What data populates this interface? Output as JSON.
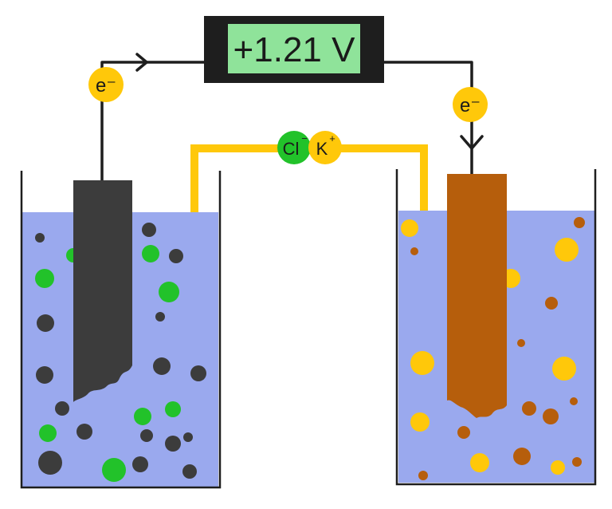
{
  "voltmeter": {
    "reading": "+1.21 V",
    "display_color": "#8fe39a",
    "frame_color": "#1e1e1e"
  },
  "electron_left": {
    "label": "e⁻"
  },
  "electron_right": {
    "label": "e⁻"
  },
  "salt_bridge": {
    "anion": {
      "symbol": "Cl",
      "charge": "−",
      "color": "#22c22a"
    },
    "cation": {
      "symbol": "K",
      "charge": "+",
      "color": "#ffc80a"
    },
    "tube_color": "#ffc80a"
  },
  "left_cell": {
    "electrode_color": "#3c3c3c",
    "solution_color": "#9aa9ee",
    "ion_colors": [
      "#3c3c3c",
      "#22c22a"
    ]
  },
  "right_cell": {
    "electrode_color": "#b65e0c",
    "solution_color": "#9aa9ee",
    "ion_colors": [
      "#ffc80a",
      "#b65e0c"
    ]
  },
  "electron_color": "#ffc80a"
}
